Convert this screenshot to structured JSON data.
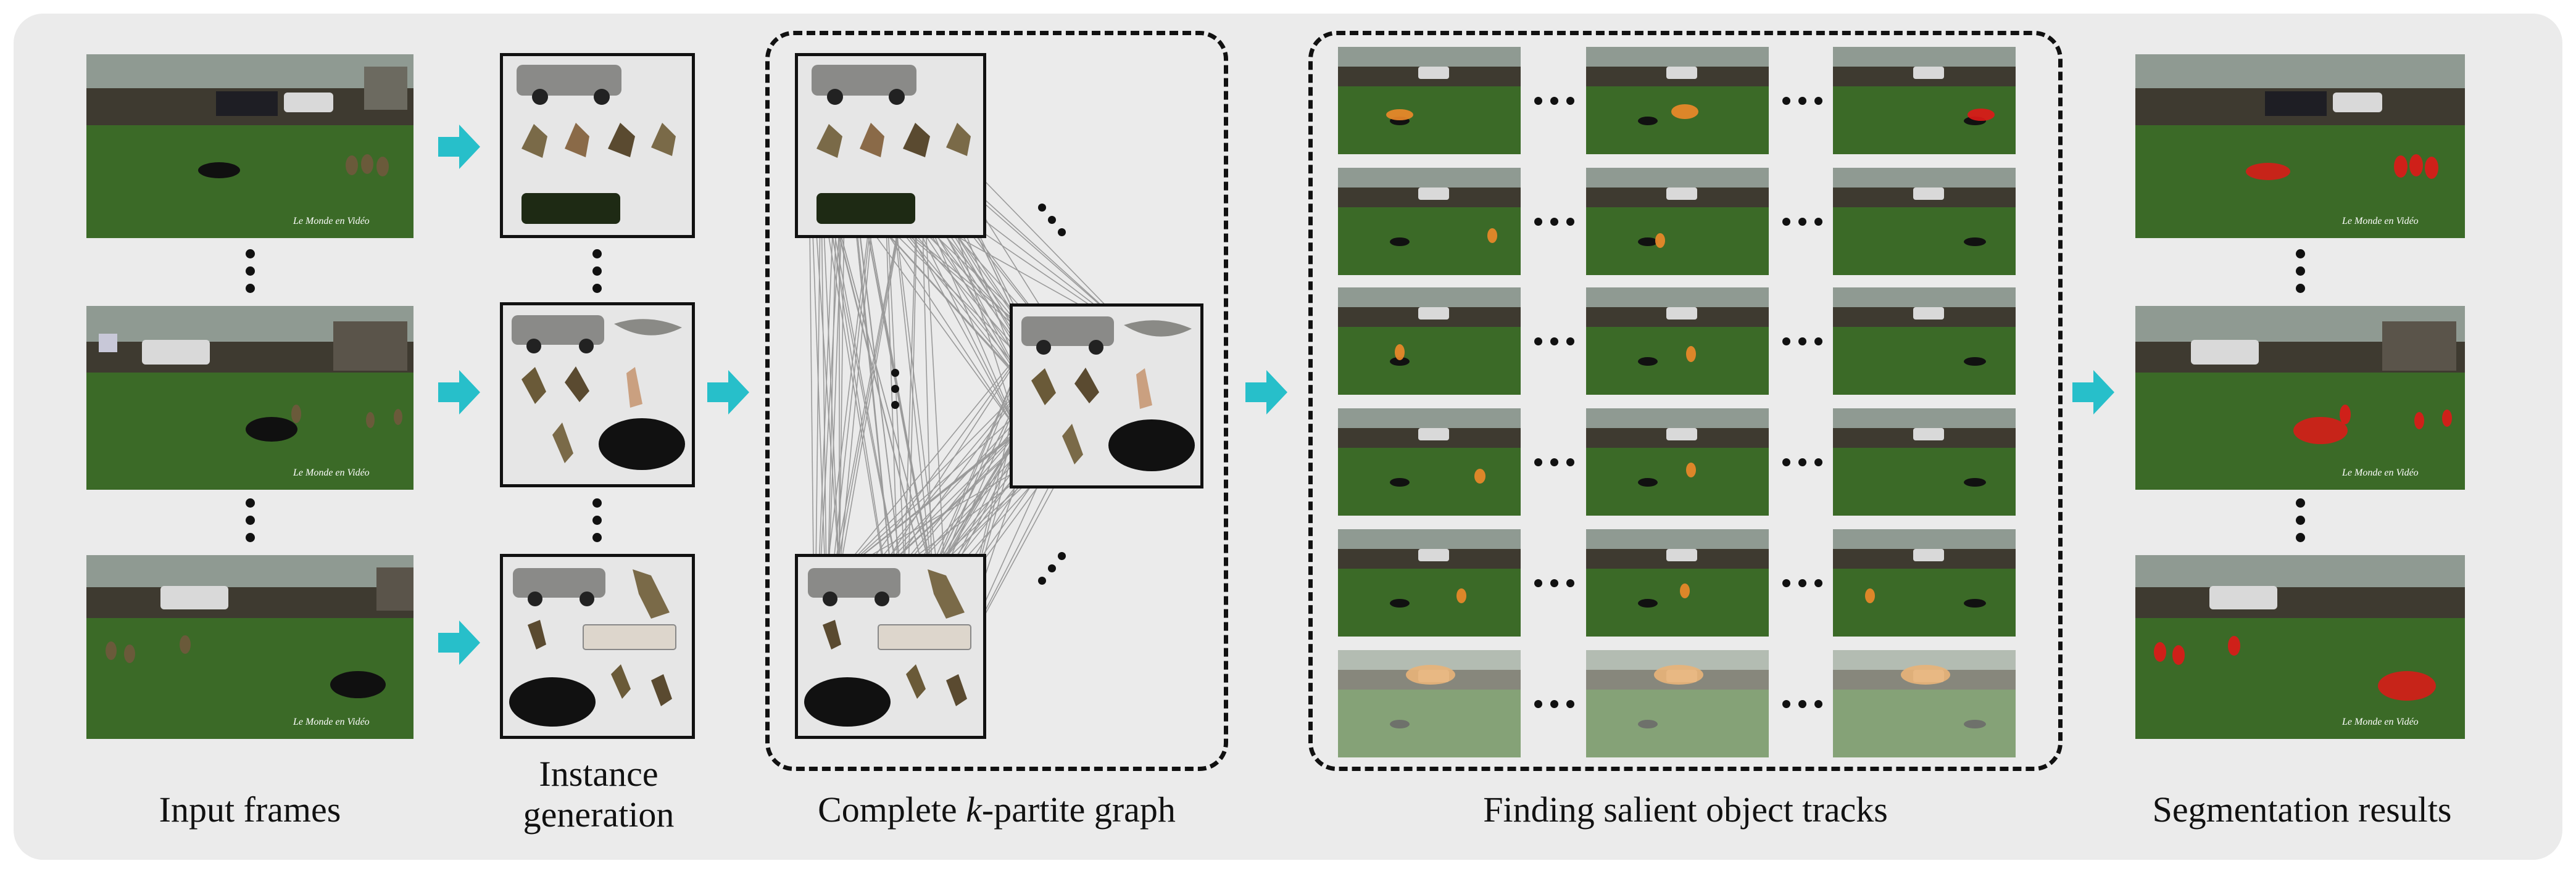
{
  "captions": {
    "input_frames": "Input frames",
    "instance_generation_line1": "Instance",
    "instance_generation_line2": "generation",
    "graph_prefix": "Complete ",
    "graph_k": "k",
    "graph_suffix": "-partite graph",
    "tracks": "Finding salient object tracks",
    "results": "Segmentation results"
  },
  "watermark": "Le Monde en Vidéo",
  "colors": {
    "panel_bg": "#ebebeb",
    "arrow": "#27bfca",
    "grass": "#3b6a27",
    "grass_dark": "#2f5a1f",
    "sky": "#9aa69a",
    "mask_red": "#e01818",
    "mask_orange": "#f08a2a",
    "graph_edge": "#9a9a9a"
  }
}
